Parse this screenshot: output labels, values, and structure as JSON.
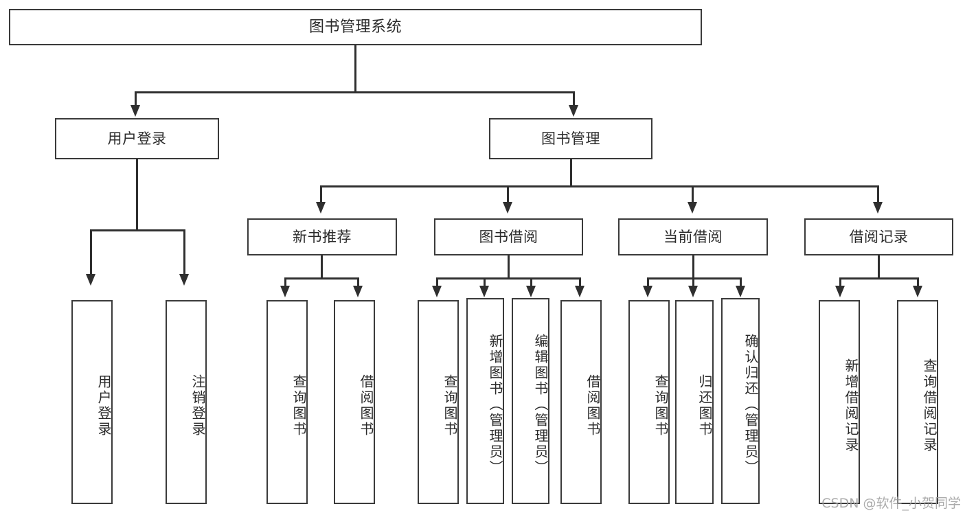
{
  "diagram": {
    "type": "tree",
    "title": "图书管理系统",
    "watermark": "CSDN @软件_小贺同学",
    "root": {
      "label": "图书管理系统"
    },
    "level2": [
      {
        "id": "user-login",
        "label": "用户登录"
      },
      {
        "id": "book-manage",
        "label": "图书管理"
      }
    ],
    "level3": [
      {
        "id": "new-book-rec",
        "label": "新书推荐",
        "parent": "book-manage"
      },
      {
        "id": "book-borrow",
        "label": "图书借阅",
        "parent": "book-manage"
      },
      {
        "id": "current-borrow",
        "label": "当前借阅",
        "parent": "book-manage"
      },
      {
        "id": "borrow-record",
        "label": "借阅记录",
        "parent": "book-manage"
      }
    ],
    "leaves": [
      {
        "id": "leaf-user-login",
        "label": "用户登录",
        "parent": "user-login"
      },
      {
        "id": "leaf-user-logout",
        "label": "注销登录",
        "parent": "user-login"
      },
      {
        "id": "leaf-rec-query",
        "label": "查询图书",
        "parent": "new-book-rec"
      },
      {
        "id": "leaf-rec-borrow",
        "label": "借阅图书",
        "parent": "new-book-rec"
      },
      {
        "id": "leaf-borrow-query",
        "label": "查询图书",
        "parent": "book-borrow"
      },
      {
        "id": "leaf-borrow-add",
        "label": "新增图书（管理员）",
        "parent": "book-borrow"
      },
      {
        "id": "leaf-borrow-edit",
        "label": "编辑图书（管理员）",
        "parent": "book-borrow"
      },
      {
        "id": "leaf-borrow-borrow",
        "label": "借阅图书",
        "parent": "book-borrow"
      },
      {
        "id": "leaf-cur-query",
        "label": "查询图书",
        "parent": "current-borrow"
      },
      {
        "id": "leaf-cur-return",
        "label": "归还图书",
        "parent": "current-borrow"
      },
      {
        "id": "leaf-cur-confirm",
        "label": "确认归还（管理员）",
        "parent": "current-borrow"
      },
      {
        "id": "leaf-rec-add",
        "label": "新增借阅记录",
        "parent": "borrow-record"
      },
      {
        "id": "leaf-rec-query2",
        "label": "查询借阅记录",
        "parent": "borrow-record"
      }
    ],
    "colors": {
      "box_border": "#3a3a3a",
      "line": "#2f2f2f",
      "text": "#2b2b2b",
      "background": "#ffffff",
      "watermark": "#9d9d9d"
    }
  }
}
